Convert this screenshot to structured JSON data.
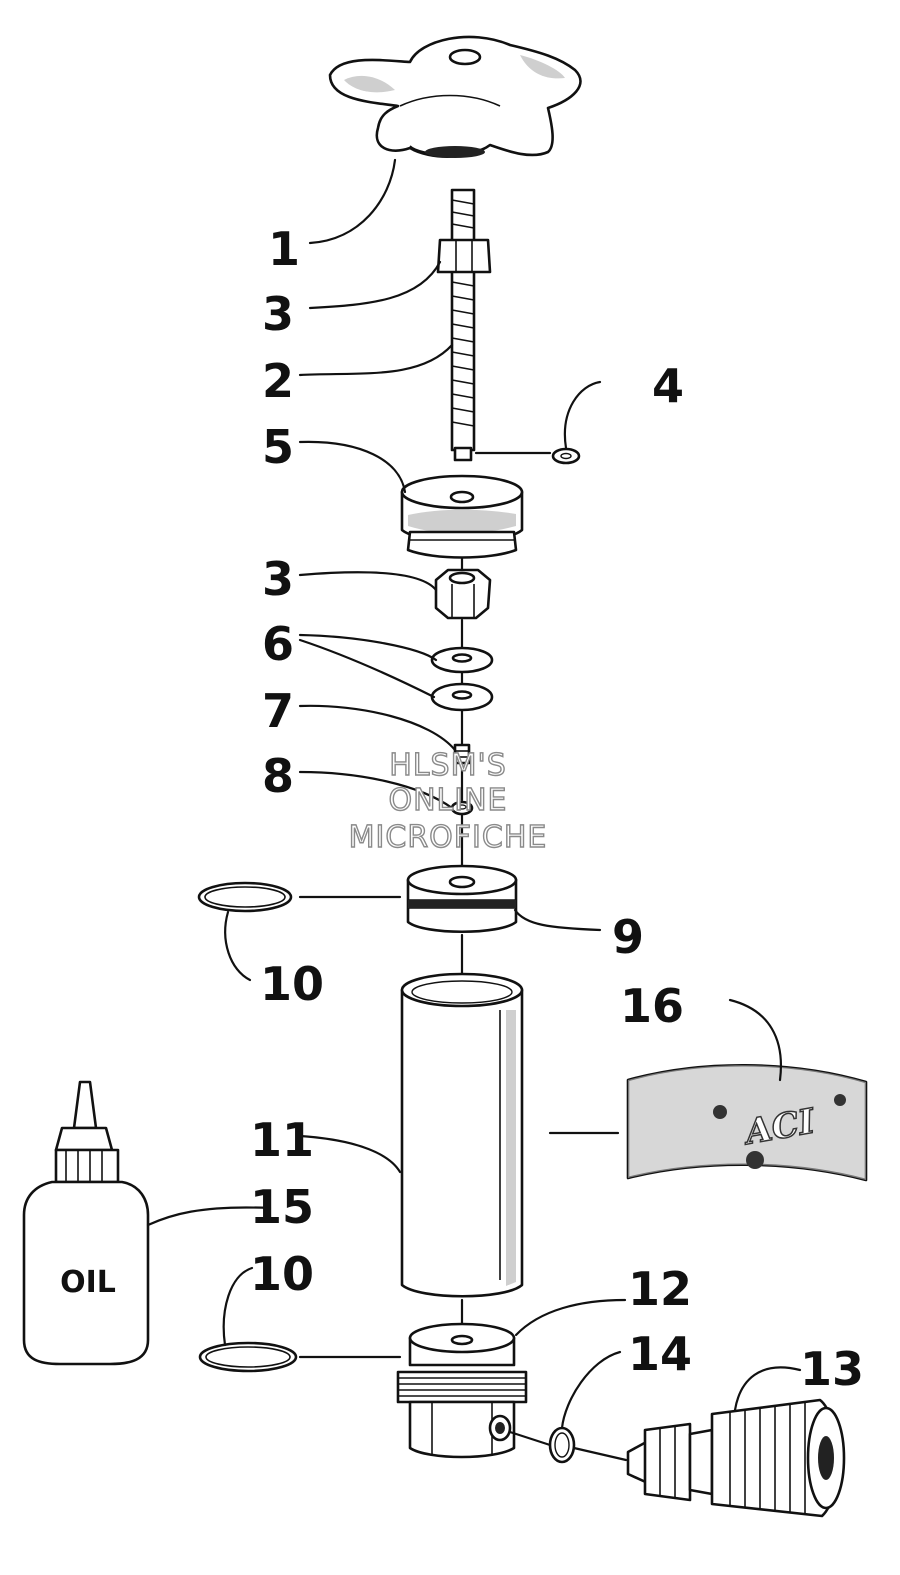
{
  "diagram": {
    "callouts": {
      "c1": "1",
      "c3a": "3",
      "c2": "2",
      "c4": "4",
      "c5": "5",
      "c3b": "3",
      "c6": "6",
      "c7": "7",
      "c8": "8",
      "c9": "9",
      "c10a": "10",
      "c16": "16",
      "c11": "11",
      "c15": "15",
      "c10b": "10",
      "c12": "12",
      "c14": "14",
      "c13": "13"
    },
    "oil_label": "OIL",
    "decal_text": "ACI",
    "watermark": [
      "HLSM'S",
      "ONLINE",
      "MICROFICHE"
    ]
  }
}
